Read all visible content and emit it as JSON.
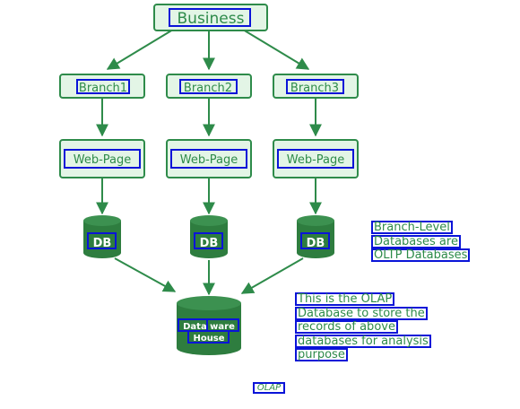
{
  "diagram": {
    "top": {
      "label": "Business"
    },
    "branches": [
      {
        "label": "Branch1",
        "web_page": "Web-Page",
        "db": "DB"
      },
      {
        "label": "Branch2",
        "web_page": "Web-Page",
        "db": "DB"
      },
      {
        "label": "Branch3",
        "web_page": "Web-Page",
        "db": "DB"
      }
    ],
    "warehouse": {
      "line1": "Data ware",
      "line2": "House"
    },
    "notes": {
      "oltp": [
        "Branch-Level",
        "Databases are",
        "OLTP Databases"
      ],
      "olap": [
        "This is the OLAP",
        "Database to store the",
        "records of above",
        "databases for analysis",
        "purpose"
      ]
    },
    "caption": "OLAP"
  },
  "colors": {
    "box_fill": "#e3f5e6",
    "box_stroke": "#2e8b4a",
    "text": "#2e8b4a",
    "db_fill": "#2e7d3f",
    "highlight": "#0a14d8"
  }
}
